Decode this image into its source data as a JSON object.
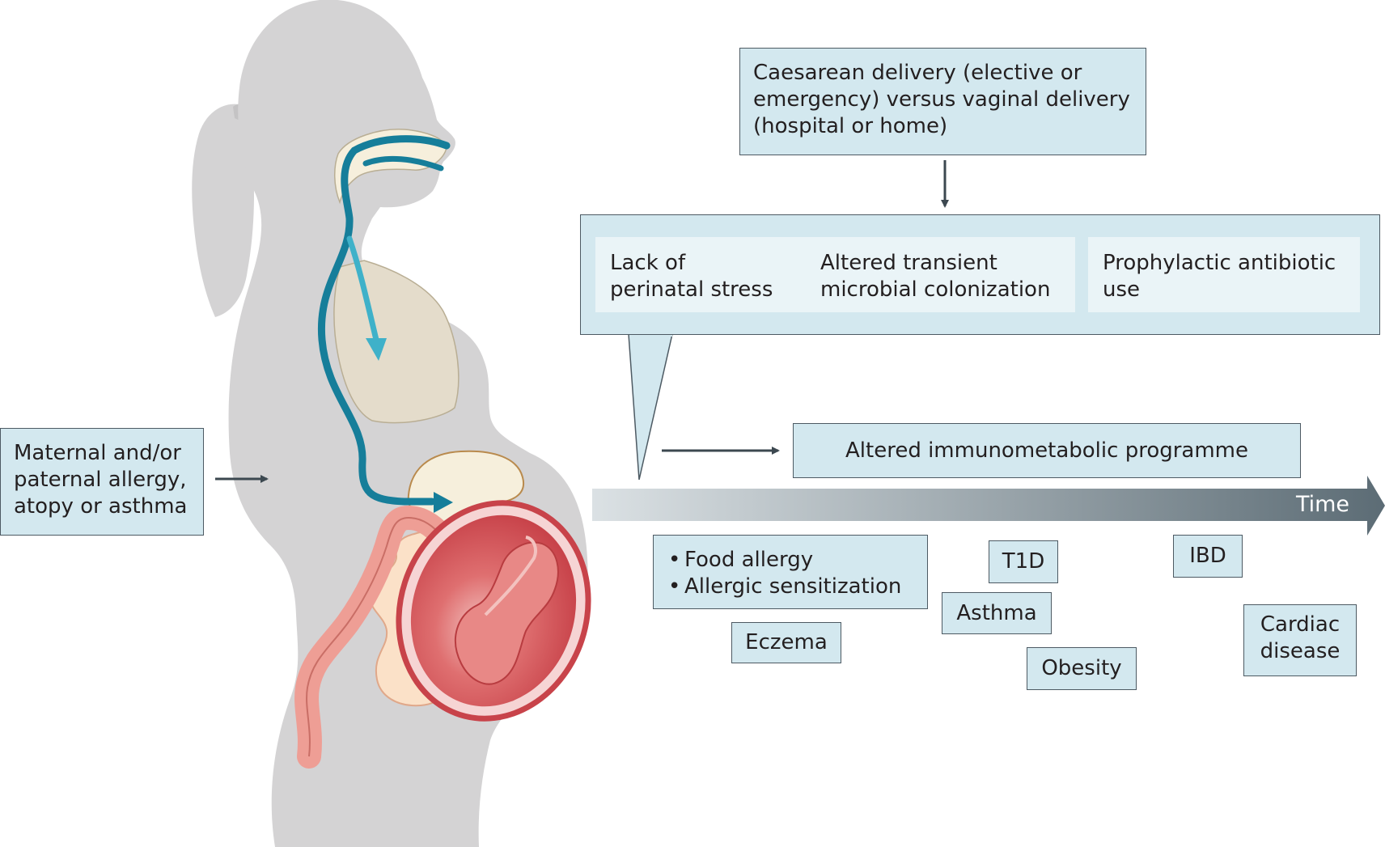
{
  "cause_box": {
    "lines": [
      "Caesarean delivery (elective or",
      "emergency) versus vaginal delivery",
      "(hospital or home)"
    ]
  },
  "factors": [
    {
      "lines": [
        "Lack of",
        "perinatal stress"
      ]
    },
    {
      "lines": [
        "Altered transient",
        "microbial colonization"
      ]
    },
    {
      "lines": [
        "Prophylactic antibiotic",
        "use"
      ]
    }
  ],
  "parental_box": {
    "lines": [
      "Maternal and/or",
      "paternal allergy,",
      "atopy or asthma"
    ]
  },
  "programme_box": {
    "label": "Altered immunometabolic programme"
  },
  "timeline": {
    "label": "Time"
  },
  "outcomes": {
    "allergy_list": [
      "Food allergy",
      "Allergic sensitization"
    ],
    "eczema": "Eczema",
    "t1d": "T1D",
    "asthma": "Asthma",
    "obesity": "Obesity",
    "ibd": "IBD",
    "cardiac": [
      "Cardiac",
      "disease"
    ]
  },
  "colors": {
    "box_fill": "#d3e8ef",
    "box_inner_fill": "#eaf4f7",
    "box_border": "#4d5a63",
    "silhouette": "#d4d3d4",
    "airway": "#167e9a",
    "lung": "#e4dccb",
    "stomach": "#f6efdc",
    "colon": "#ee9e95",
    "small_intestine": "#fbe1c8",
    "uterus": "#c8434a",
    "fetus": "#d9575a",
    "timeline_start": "#dbe1e4",
    "timeline_end": "#5c6c75",
    "arrow": "#3c4850"
  }
}
